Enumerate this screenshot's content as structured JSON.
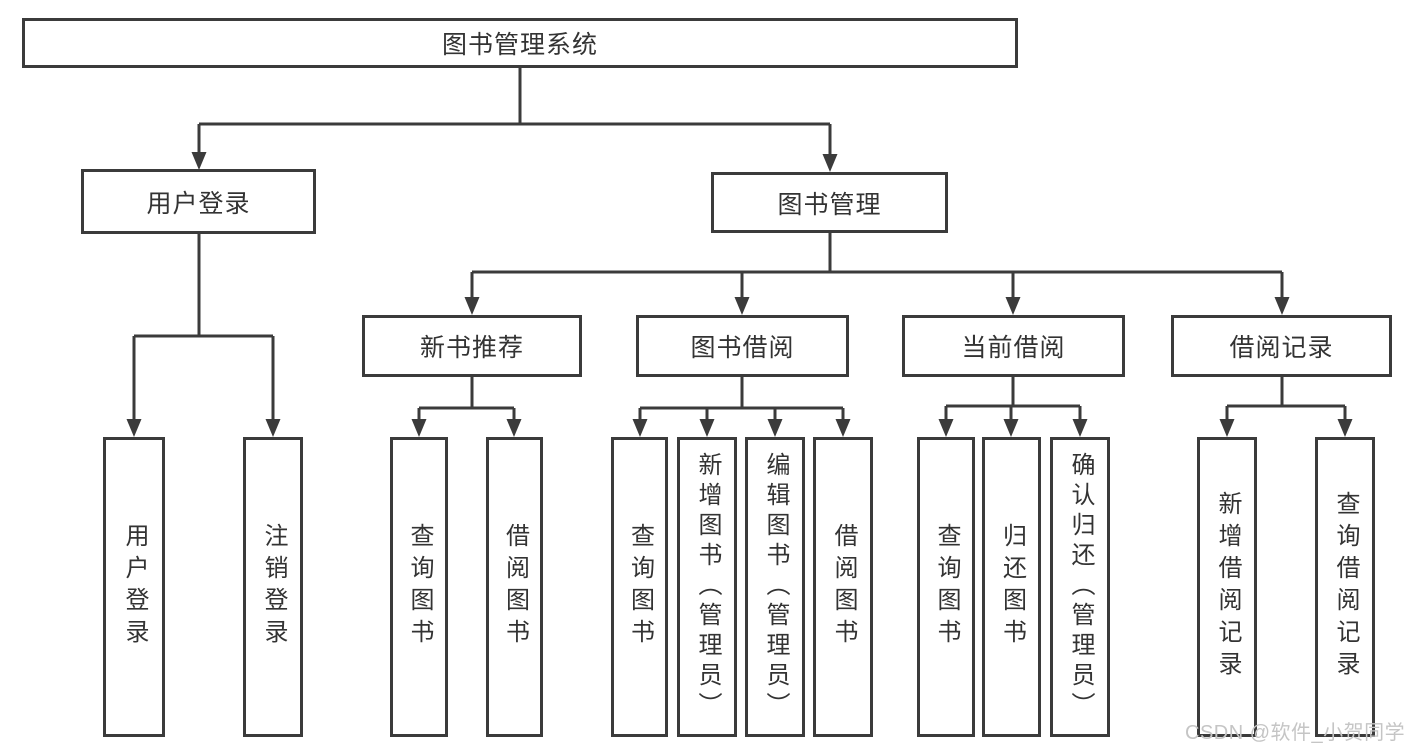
{
  "colors": {
    "line": "#3b3b3b",
    "box_border": "#3b3b3b",
    "text": "#333333",
    "background": "#ffffff",
    "watermark_text": "#c5c5c5"
  },
  "diagram": {
    "root": {
      "label": "图书管理系统"
    },
    "level2": [
      {
        "label": "用户登录"
      },
      {
        "label": "图书管理"
      }
    ],
    "level3": [
      {
        "label": "新书推荐"
      },
      {
        "label": "图书借阅"
      },
      {
        "label": "当前借阅"
      },
      {
        "label": "借阅记录"
      }
    ],
    "leaves": [
      {
        "label": "用户登录"
      },
      {
        "label": "注销登录"
      },
      {
        "label": "查询图书"
      },
      {
        "label": "借阅图书"
      },
      {
        "label": "查询图书"
      },
      {
        "label": "新增图书（管理员）"
      },
      {
        "label": "编辑图书（管理员）"
      },
      {
        "label": "借阅图书"
      },
      {
        "label": "查询图书"
      },
      {
        "label": "归还图书"
      },
      {
        "label": "确认归还（管理员）"
      },
      {
        "label": "新增借阅记录"
      },
      {
        "label": "查询借阅记录"
      }
    ]
  },
  "watermark": {
    "text": "CSDN @软件_小贺同学"
  }
}
